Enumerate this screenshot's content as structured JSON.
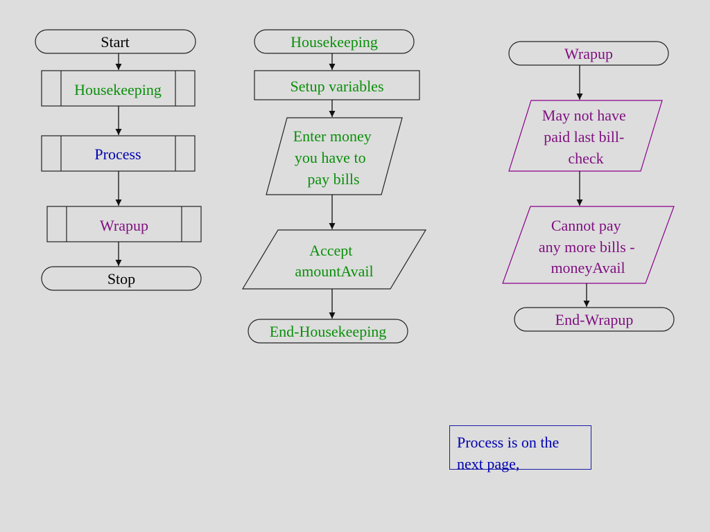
{
  "main_flow": {
    "start": "Start",
    "housekeeping": "Housekeeping",
    "process": "Process",
    "wrapup": "Wrapup",
    "stop": "Stop"
  },
  "housekeeping_flow": {
    "title": "Housekeeping",
    "setup": "Setup variables",
    "enter_lines": [
      "Enter money",
      "you have to",
      "pay bills"
    ],
    "accept_lines": [
      "Accept",
      "amountAvail"
    ],
    "end": "End-Housekeeping"
  },
  "wrapup_flow": {
    "title": "Wrapup",
    "check_lines": [
      "May not have",
      "paid last bill-",
      "check"
    ],
    "cannot_lines": [
      "Cannot pay",
      "any more bills -",
      "moneyAvail"
    ],
    "end": "End-Wrapup"
  },
  "note": {
    "lines": [
      "Process is on the",
      "next page,"
    ]
  },
  "colors": {
    "background": "#dddddd",
    "green_text": "#0a8f0a",
    "blue_text": "#0000b0",
    "purple_text": "#7f0f7f",
    "purple_outline": "#8b008b"
  }
}
